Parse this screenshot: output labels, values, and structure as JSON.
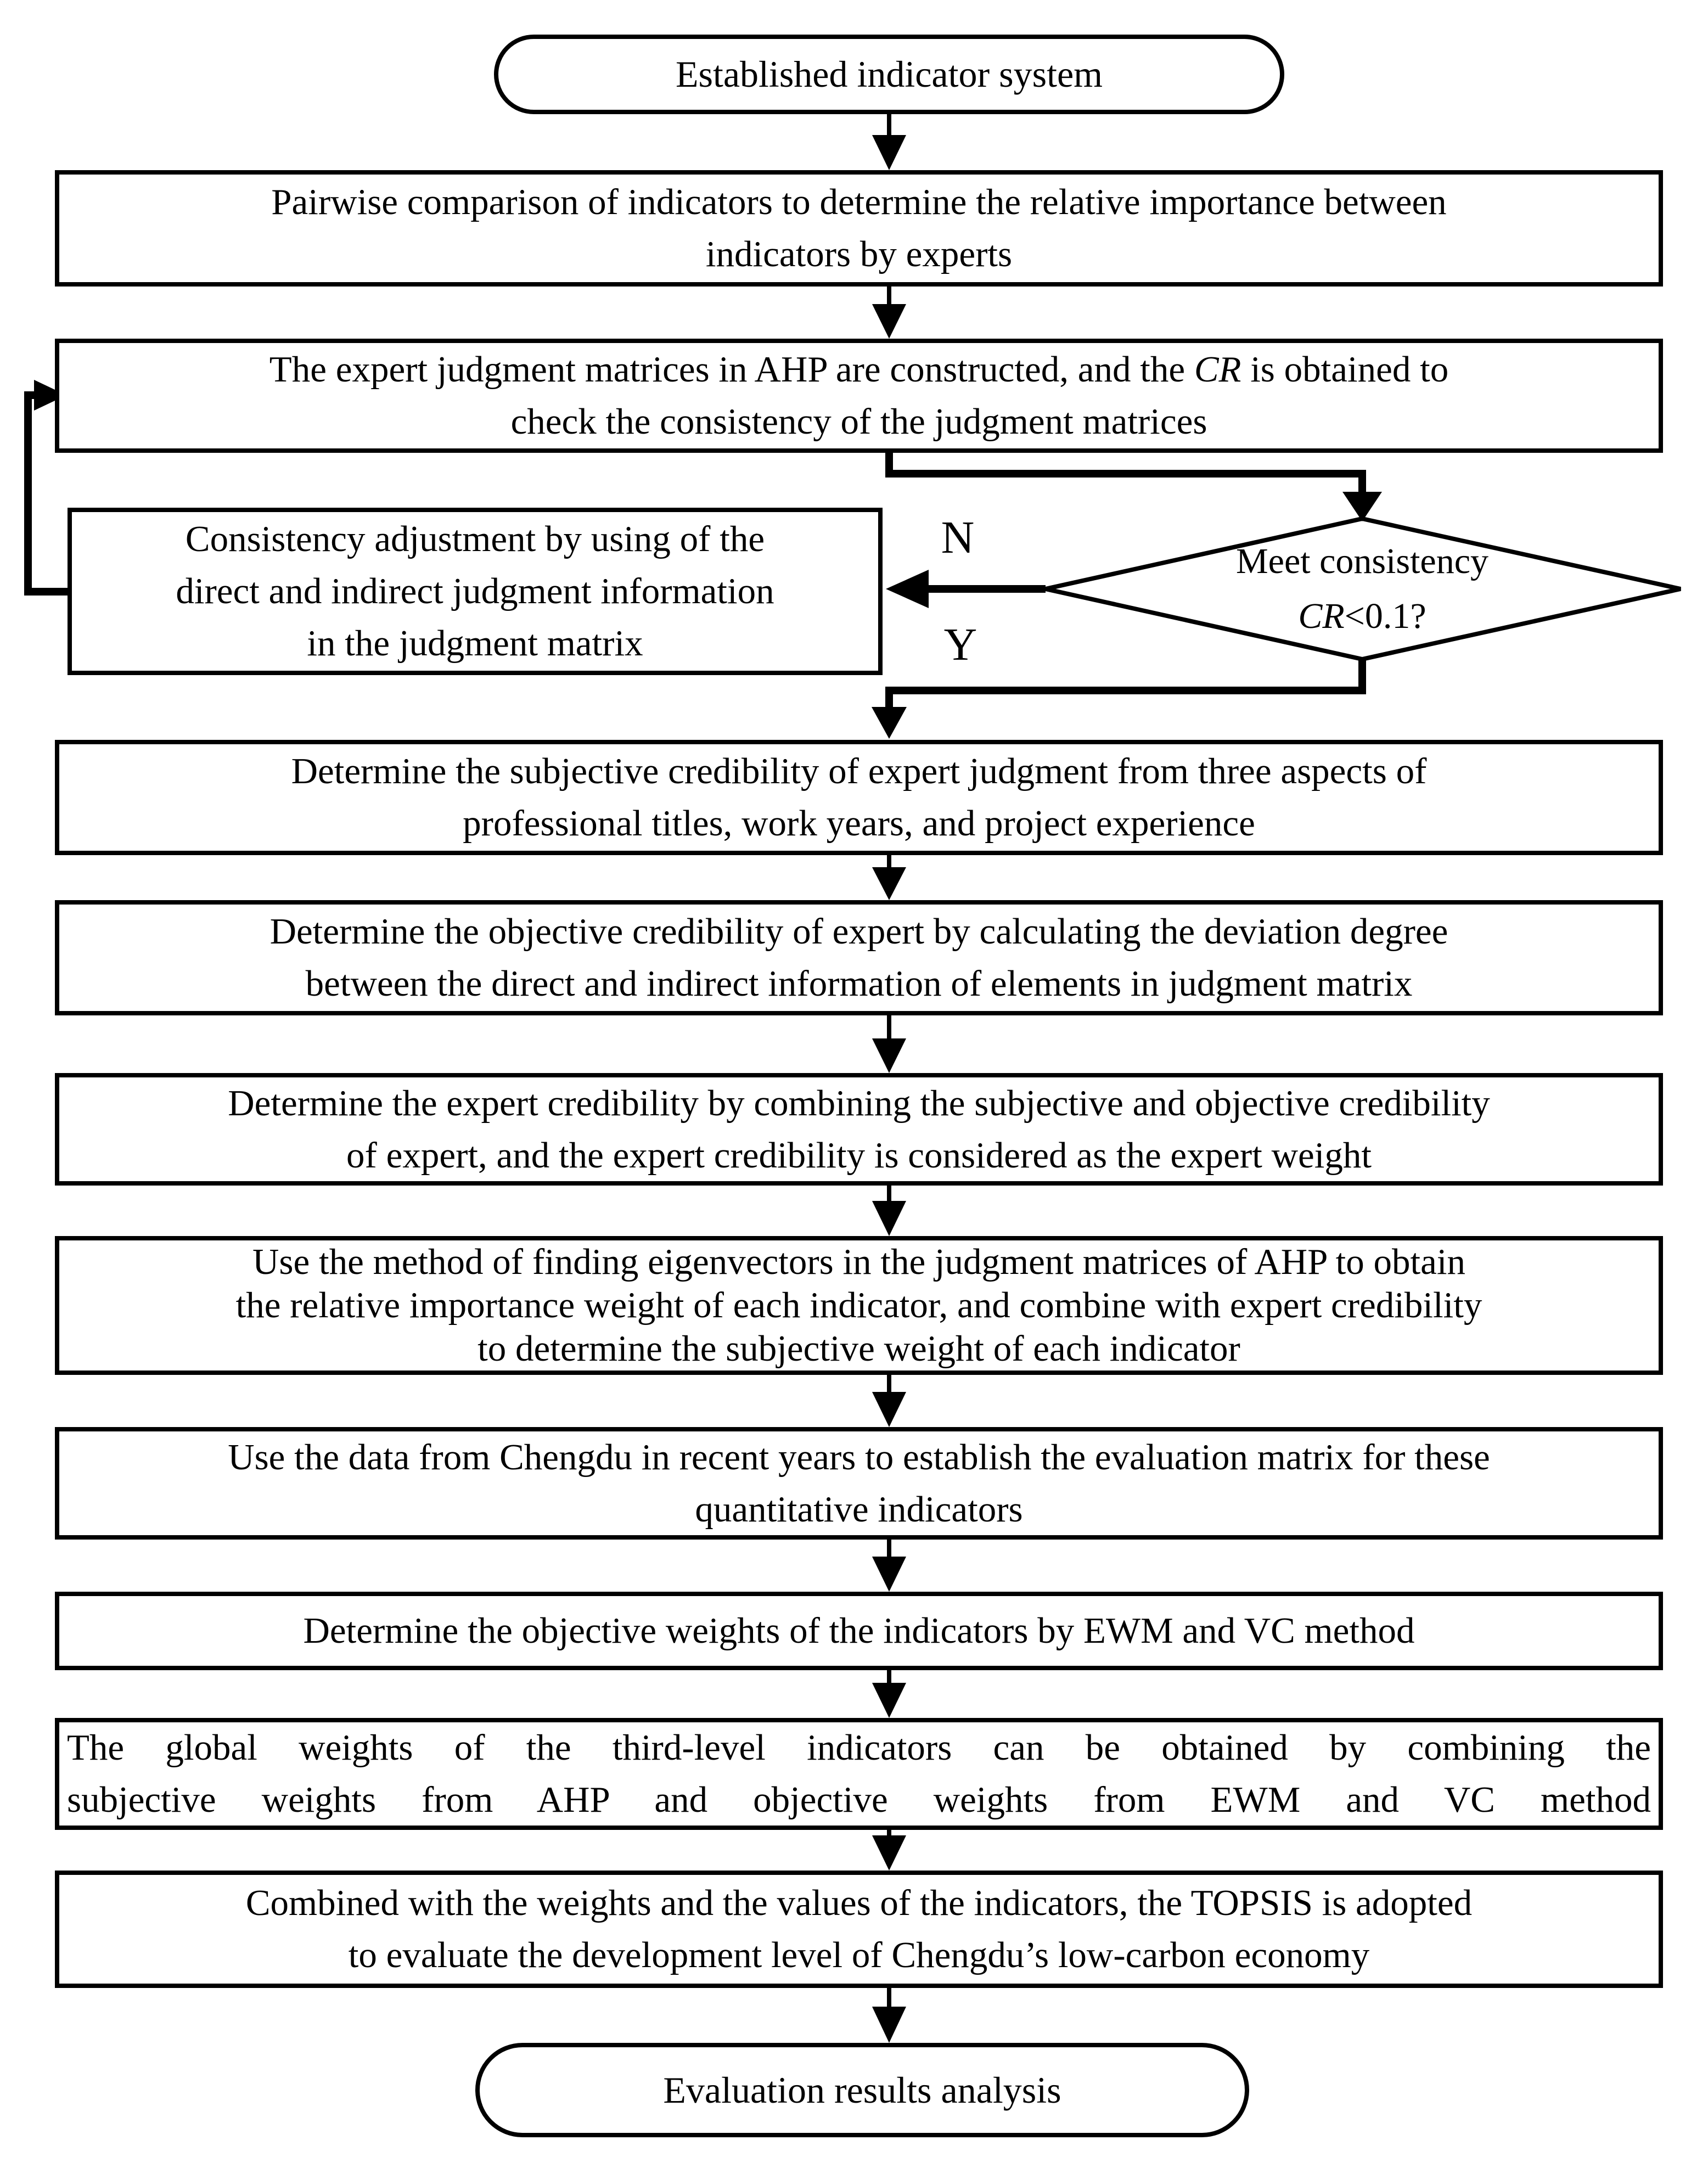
{
  "flowchart": {
    "colors": {
      "line": "#000000",
      "background": "#ffffff"
    },
    "start": {
      "label": "Established indicator system"
    },
    "steps": {
      "pairwise": {
        "lines": [
          "Pairwise comparison of indicators to determine the relative importance between",
          "indicators by experts"
        ]
      },
      "judgment_matrices": {
        "line1_pre": "The expert judgment matrices in AHP are constructed, and the ",
        "line1_italic": "CR",
        "line1_post": " is obtained to",
        "line2": "check the consistency of the judgment matrices"
      },
      "consistency_adjustment": {
        "lines": [
          "Consistency adjustment by using of the",
          "direct and indirect judgment information",
          "in the judgment matrix"
        ]
      },
      "subjective_credibility": {
        "lines": [
          "Determine the subjective credibility of expert judgment from three aspects of",
          "professional titles, work years, and project experience"
        ]
      },
      "objective_credibility": {
        "lines": [
          "Determine the objective credibility of expert by calculating the deviation degree",
          "between the direct and indirect information of elements in judgment matrix"
        ]
      },
      "expert_credibility": {
        "lines": [
          "Determine the expert credibility by combining the subjective and objective credibility",
          "of expert, and the expert credibility is considered as the expert weight"
        ]
      },
      "subjective_weight": {
        "lines": [
          "Use the method of finding eigenvectors in the judgment matrices of AHP to obtain",
          "the relative importance weight of each indicator, and combine with expert credibility",
          "to determine the subjective weight of each indicator"
        ]
      },
      "evaluation_matrix": {
        "lines": [
          "Use the data from Chengdu in recent years to establish the evaluation matrix for these",
          "quantitative indicators"
        ]
      },
      "objective_weights": {
        "lines": [
          "Determine the objective weights of the indicators by EWM and VC method"
        ]
      },
      "global_weights": {
        "lines": [
          "The global weights of the third-level indicators can be obtained by combining the",
          "subjective weights from AHP and objective weights from EWM and VC method"
        ]
      },
      "topsis": {
        "lines": [
          "Combined with the weights and the values of the indicators, the TOPSIS is adopted",
          "to evaluate the development level of Chengdu’s low-carbon economy"
        ]
      }
    },
    "decision": {
      "line1": "Meet consistency",
      "line2_italic": "CR",
      "line2_rest": "<0.1?",
      "no_label": "N",
      "yes_label": "Y"
    },
    "end": {
      "label": "Evaluation results analysis"
    }
  }
}
